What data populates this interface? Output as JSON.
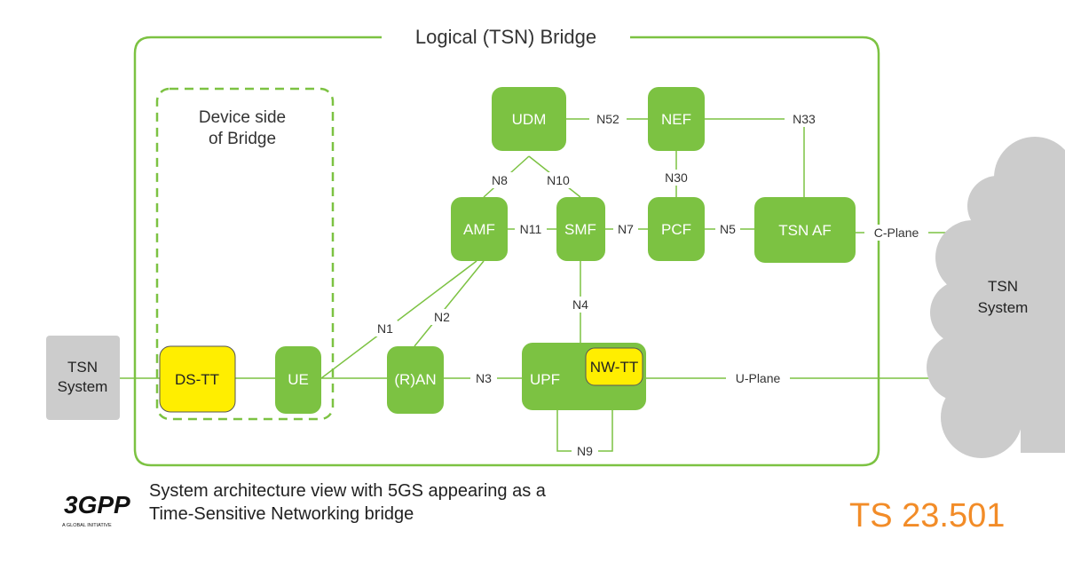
{
  "title": "Logical (TSN) Bridge",
  "device_side_label": [
    "Device side",
    "of Bridge"
  ],
  "nodes": {
    "udm": "UDM",
    "nef": "NEF",
    "amf": "AMF",
    "smf": "SMF",
    "pcf": "PCF",
    "tsn_af": "TSN AF",
    "ran": "(R)AN",
    "upf": "UPF",
    "nw_tt": "NW-TT",
    "ue": "UE",
    "ds_tt": "DS-TT",
    "tsn_system_left": [
      "TSN",
      "System"
    ],
    "tsn_system_right": [
      "TSN",
      "System"
    ]
  },
  "interfaces": {
    "n52": "N52",
    "n33": "N33",
    "n8": "N8",
    "n10": "N10",
    "n30": "N30",
    "n11": "N11",
    "n7": "N7",
    "n5": "N5",
    "c_plane": "C-Plane",
    "n4": "N4",
    "n1": "N1",
    "n2": "N2",
    "n3": "N3",
    "u_plane": "U-Plane",
    "n9": "N9"
  },
  "caption": [
    "System architecture view with 5GS appearing as a",
    "Time-Sensitive Networking  bridge"
  ],
  "spec": "TS 23.501",
  "logo": {
    "mark": "3GPP",
    "tagline": "A GLOBAL INITIATIVE"
  },
  "colors": {
    "green": "#7cc242",
    "yellow": "#ffee00",
    "gray": "#cccccc",
    "orange": "#f28c28"
  }
}
